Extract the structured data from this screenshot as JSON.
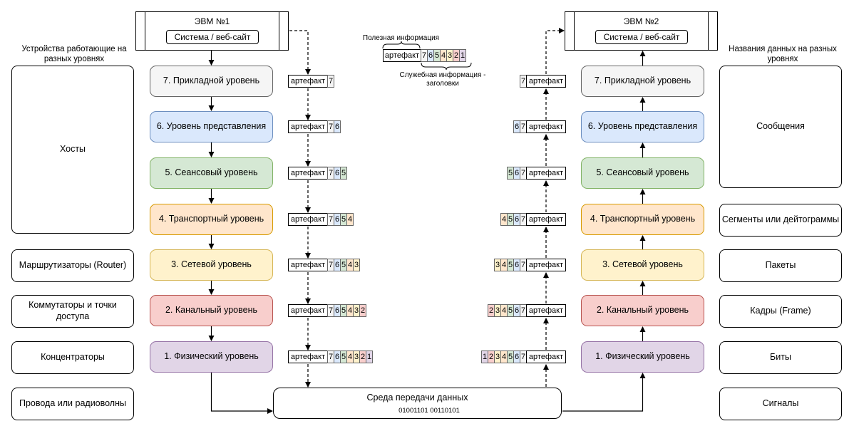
{
  "left_header": "Устройства работающие на разных уровнях",
  "right_header": "Названия данных на разных уровнях",
  "computer1": {
    "title": "ЭВМ №1",
    "system": "Система / веб-сайт"
  },
  "computer2": {
    "title": "ЭВМ №2",
    "system": "Система / веб-сайт"
  },
  "legend": {
    "payload_label": "Полезная информация",
    "service_label": "Служебная информация - заголовки",
    "artifact": "артефакт",
    "headers": [
      "7",
      "6",
      "5",
      "4",
      "3",
      "2",
      "1"
    ]
  },
  "layers": [
    {
      "label": "7. Прикладной уровень",
      "fill": "#f5f5f5",
      "stroke": "#666666"
    },
    {
      "label": "6. Уровень представления",
      "fill": "#dae8fc",
      "stroke": "#6c8ebf"
    },
    {
      "label": "5. Сеансовый уровень",
      "fill": "#d5e8d4",
      "stroke": "#82b366"
    },
    {
      "label": "4. Транспортный уровень",
      "fill": "#ffe6cc",
      "stroke": "#d79b00"
    },
    {
      "label": "3. Сетевой уровень",
      "fill": "#fff2cc",
      "stroke": "#d6b656"
    },
    {
      "label": "2. Канальный уровень",
      "fill": "#f8cecc",
      "stroke": "#b85450"
    },
    {
      "label": "1. Физический уровень",
      "fill": "#e1d5e7",
      "stroke": "#9673a6"
    }
  ],
  "header_colors": {
    "7": "#f5f5f5",
    "6": "#dae8fc",
    "5": "#d5e8d4",
    "4": "#ffe6cc",
    "3": "#fff2cc",
    "2": "#f8cecc",
    "1": "#e1d5e7"
  },
  "devices": {
    "hosts": "Хосты",
    "routers": "Маршрутизаторы (Router)",
    "switches": "Коммутаторы и точки доступа",
    "hubs": "Концентраторы",
    "wires": "Провода или радиоволны"
  },
  "data_names": {
    "messages": "Сообщения",
    "segments": "Сегменты или дейтограммы",
    "packets": "Пакеты",
    "frames": "Кадры (Frame)",
    "bits": "Биты",
    "signals": "Сигналы"
  },
  "medium": {
    "label": "Среда передачи данных",
    "bits": "01001101 00110101"
  },
  "packets_left": [
    [
      "7"
    ],
    [
      "7",
      "6"
    ],
    [
      "7",
      "6",
      "5"
    ],
    [
      "7",
      "6",
      "5",
      "4"
    ],
    [
      "7",
      "6",
      "5",
      "4",
      "3"
    ],
    [
      "7",
      "6",
      "5",
      "4",
      "3",
      "2"
    ],
    [
      "7",
      "6",
      "5",
      "4",
      "3",
      "2",
      "1"
    ]
  ],
  "packets_right": [
    [
      "7"
    ],
    [
      "6",
      "7"
    ],
    [
      "5",
      "6",
      "7"
    ],
    [
      "4",
      "5",
      "6",
      "7"
    ],
    [
      "3",
      "4",
      "5",
      "6",
      "7"
    ],
    [
      "2",
      "3",
      "4",
      "5",
      "6",
      "7"
    ],
    [
      "1",
      "2",
      "3",
      "4",
      "5",
      "6",
      "7"
    ]
  ]
}
